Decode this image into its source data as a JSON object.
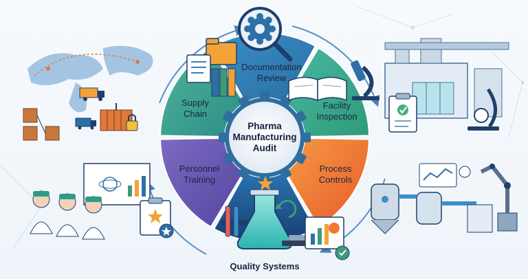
{
  "center": {
    "line1": "Pharma",
    "line2": "Manufacturing",
    "line3": "Audit"
  },
  "segments": {
    "documentation": {
      "line1": "Documentation",
      "line2": "Review"
    },
    "facility": {
      "line1": "Facility",
      "line2": "Inspection"
    },
    "process": {
      "line1": "Process",
      "line2": "Controls"
    },
    "quality": {
      "label": "Quality Systems"
    },
    "personnel": {
      "line1": "Personnel",
      "line2": "Training"
    },
    "supply": {
      "line1": "Supply",
      "line2": "Chain"
    }
  },
  "colors": {
    "documentation": "#2f7fb4",
    "facility": "#35a887",
    "process": "#f07a34",
    "quality": "#1f5f99",
    "personnel": "#6b58b2",
    "supply": "#2f9a86"
  },
  "icons": [
    "gear-icon",
    "magnifier-icon",
    "folder-icon",
    "book-icon",
    "microscope-icon",
    "factory-icon",
    "checklist-icon",
    "world-map-icon",
    "truck-icon",
    "crate-icon",
    "container-icon",
    "lock-icon",
    "flask-icon",
    "test-tubes-icon",
    "scale-icon",
    "dashboard-icon",
    "award-icon",
    "presentation-board-icon",
    "worker-icon",
    "star-clipboard-icon",
    "robot-arm-icon",
    "tank-icon",
    "pipe-icon"
  ]
}
